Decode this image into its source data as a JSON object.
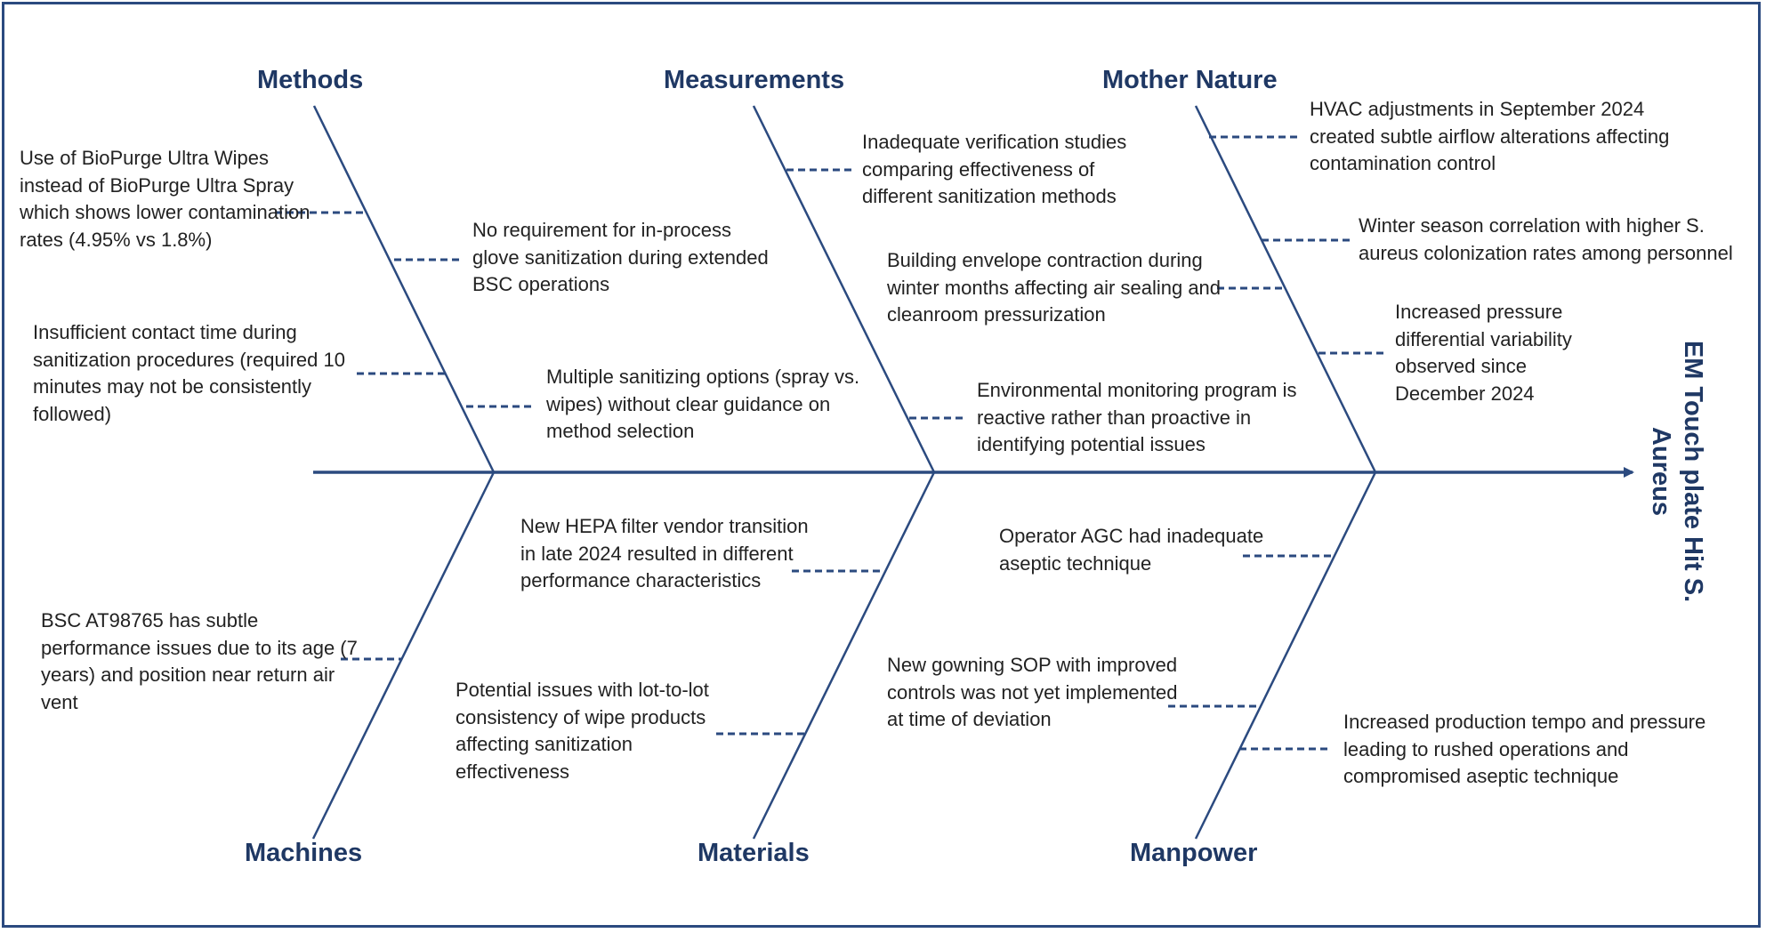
{
  "effect": "EM Touch plate Hit S. Aureus",
  "colors": {
    "spine": "#2b4a7f",
    "text": "#222222",
    "category": "#1f3864"
  },
  "categories": {
    "methods": "Methods",
    "measurements": "Measurements",
    "mother_nature": "Mother Nature",
    "machines": "Machines",
    "materials": "Materials",
    "manpower": "Manpower"
  },
  "causes": {
    "methods": [
      "Use of BioPurge Ultra Wipes instead of BioPurge Ultra Spray which shows lower contamination rates (4.95% vs 1.8%)",
      "No requirement for in-process glove sanitization during extended BSC operations",
      "Insufficient contact time during sanitization procedures (required 10 minutes may not be consistently followed)",
      "Multiple sanitizing options (spray vs. wipes) without clear guidance on method selection"
    ],
    "measurements": [
      "Inadequate verification studies comparing effectiveness of different sanitization methods",
      "Building envelope contraction during winter months affecting air sealing and cleanroom pressurization",
      "Environmental monitoring program is reactive rather than proactive in identifying potential issues"
    ],
    "mother_nature": [
      "HVAC adjustments in September 2024 created subtle airflow alterations affecting contamination control",
      "Winter season correlation with higher S. aureus colonization rates among personnel",
      "Increased pressure differential variability observed since December 2024"
    ],
    "machines": [
      "BSC AT98765 has subtle performance issues due to its age (7 years) and position near return air vent"
    ],
    "materials": [
      "New HEPA filter vendor transition in late 2024 resulted in different performance characteristics",
      "Potential issues with lot-to-lot consistency of wipe products affecting sanitization effectiveness"
    ],
    "manpower": [
      "Operator AGC had inadequate aseptic technique",
      "New gowning SOP with improved controls was not yet implemented at time of deviation",
      "Increased production tempo and pressure leading to rushed operations and compromised aseptic technique"
    ]
  }
}
